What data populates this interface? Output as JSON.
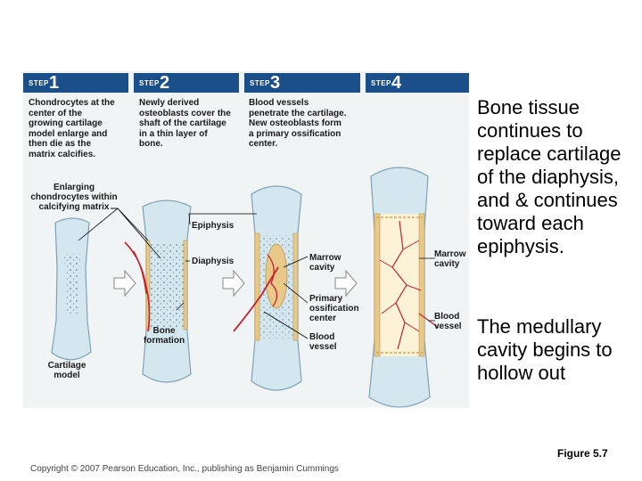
{
  "steps": [
    {
      "word": "STEP",
      "num": "1",
      "text": "Chondrocytes at the center of the growing cartilage model enlarge and then die as the matrix calcifies."
    },
    {
      "word": "STEP",
      "num": "2",
      "text": "Newly derived osteoblasts cover the shaft of the cartilage in a thin layer of bone."
    },
    {
      "word": "STEP",
      "num": "3",
      "text": "Blood vessels penetrate the cartilage. New osteoblasts form a primary ossification center."
    },
    {
      "word": "STEP",
      "num": "4",
      "text": ""
    }
  ],
  "labels": {
    "enlarging": "Enlarging chondrocytes within calcifying matrix",
    "epiphysis": "Epiphysis",
    "diaphysis": "Diaphysis",
    "bone_formation": "Bone formation",
    "cartilage_model": "Cartilage model",
    "marrow_cavity_3": "Marrow cavity",
    "primary_ossification": "Primary ossification center",
    "blood_vessel_3": "Blood vessel",
    "marrow_cavity_4": "Marrow cavity",
    "blood_vessel_4": "Blood vessel"
  },
  "side_text": {
    "paragraph1": "Bone tissue continues to replace cartilage of the diaphysis, and & continues toward each epiphysis.",
    "paragraph2": "The medullary cavity begins to hollow out"
  },
  "figure_label": "Figure 5.7",
  "copyright": "Copyright © 2007 Pearson Education, Inc., publishing as Benjamin Cummings",
  "colors": {
    "step_bar": "#1b4f8a",
    "cartilage": "#d4e6ee",
    "bone": "#e8c98a",
    "vessel": "#c8202c"
  }
}
